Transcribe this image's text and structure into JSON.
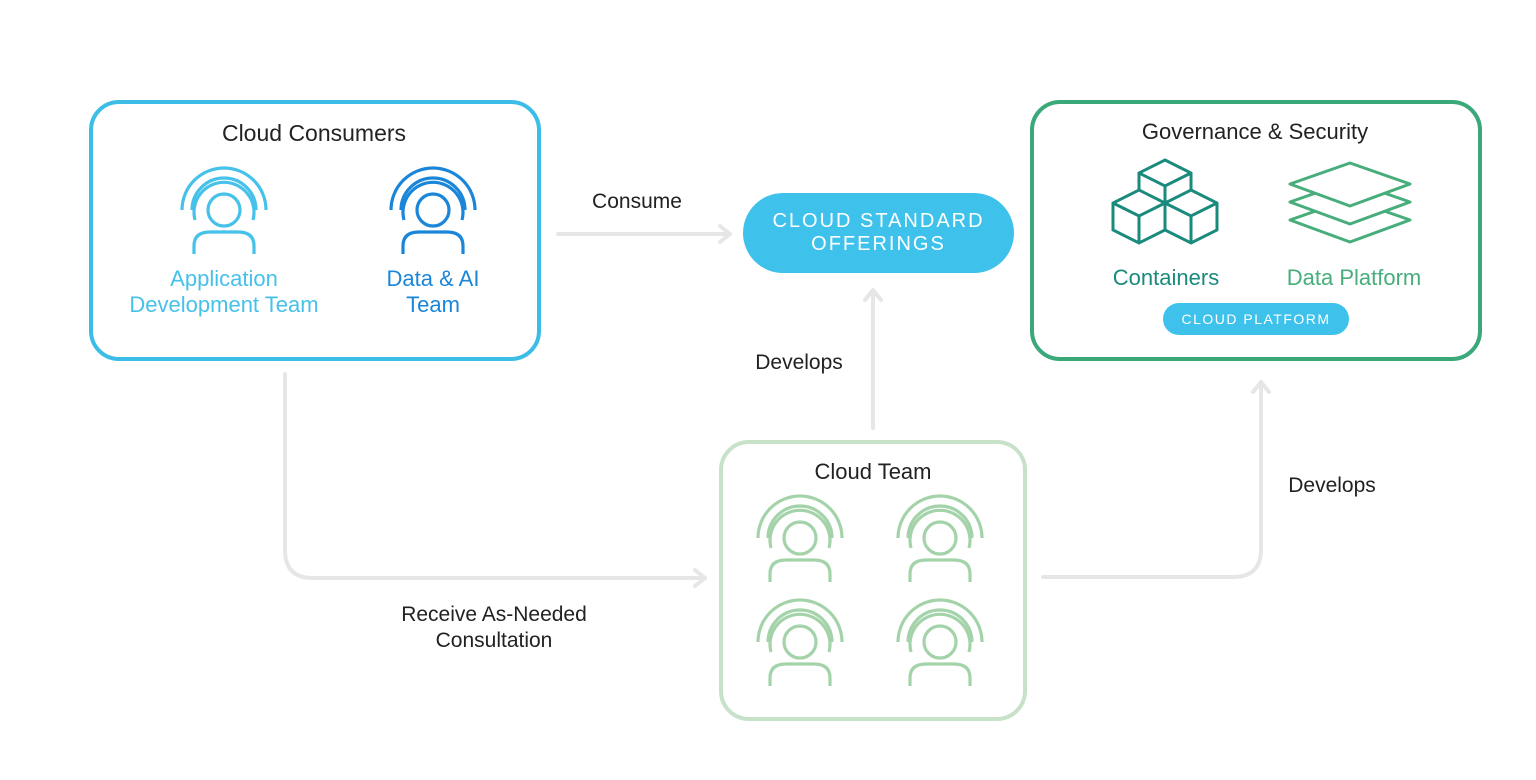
{
  "colors": {
    "consumer_border": "#3cbde8",
    "app_team": "#45c1ea",
    "data_ai_team": "#1a86d9",
    "governance_border": "#3aa878",
    "containers": "#1a8a7c",
    "data_platform": "#46ad7b",
    "cloud_team_border": "#c7e2c9",
    "cloud_team_icon": "#a4d3aa",
    "offering_fill": "#3ec2ec",
    "connector": "#e6e6e6"
  },
  "consumers": {
    "title": "Cloud Consumers",
    "teams": [
      {
        "name_line1": "Application",
        "name_line2": "Development Team",
        "icon": "person-broadcast-icon"
      },
      {
        "name_line1": "Data & AI",
        "name_line2": "Team",
        "icon": "person-broadcast-icon"
      }
    ]
  },
  "offering": {
    "line1": "CLOUD STANDARD",
    "line2": "OFFERINGS"
  },
  "governance": {
    "title": "Governance & Security",
    "items": [
      {
        "label": "Containers",
        "icon": "cubes-icon"
      },
      {
        "label": "Data Platform",
        "icon": "layers-icon"
      }
    ],
    "platform_label": "CLOUD PLATFORM"
  },
  "cloud_team": {
    "title": "Cloud Team",
    "member_icon": "person-broadcast-icon",
    "member_count": 4
  },
  "edges": {
    "consume": "Consume",
    "develops_up": "Develops",
    "develops_right": "Develops",
    "consultation_line1": "Receive As-Needed",
    "consultation_line2": "Consultation"
  }
}
